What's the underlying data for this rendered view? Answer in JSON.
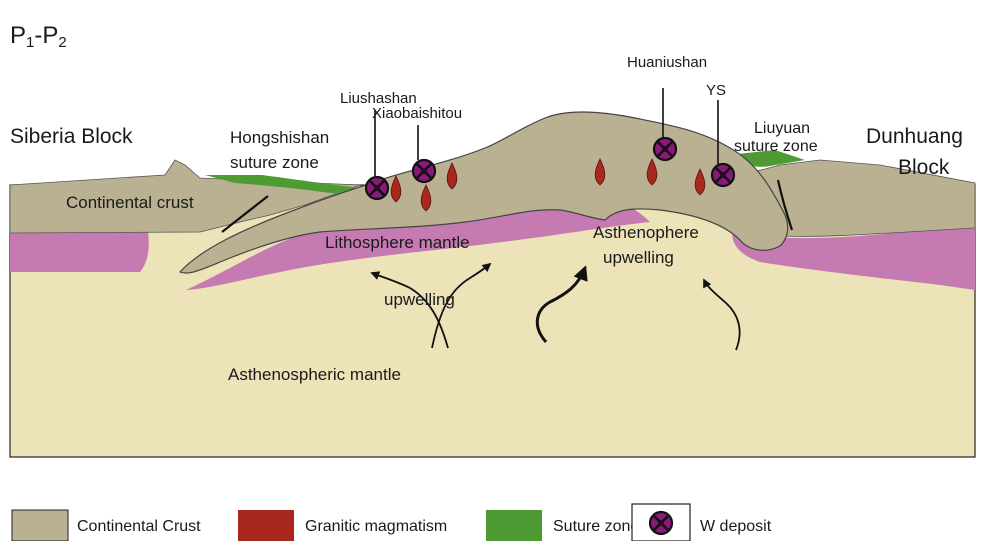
{
  "title": {
    "main": "P",
    "sub1": "1",
    "dash": "-P",
    "sub2": "2"
  },
  "labels": {
    "siberia_block": "Siberia Block",
    "dunhuang_block_line1": "Dunhuang",
    "dunhuang_block_line2": "Block",
    "hongshishan_line1": "Hongshishan",
    "hongshishan_line2": "suture zone",
    "liushashan": "Liushashan",
    "xiaobaishitou": "Xiaobaishitou",
    "huaniushan": "Huaniushan",
    "ys": "YS",
    "liuyuan_line1": "Liuyuan",
    "liuyuan_line2": "suture zone",
    "continental_crust": "Continental crust",
    "lithosphere_mantle": "Lithosphere mantle",
    "asthenophere_line1": "Asthenophere",
    "asthenophere_line2": "upwelling",
    "upwelling": "upwelling",
    "asthenospheric_mantle": "Asthenospheric mantle"
  },
  "legend": [
    {
      "label": "Continental Crust",
      "color": "#bab192"
    },
    {
      "label": "Granitic magmatism",
      "color": "#a8281f"
    },
    {
      "label": "Suture zone",
      "color": "#4e9a33"
    },
    {
      "label": "W deposit",
      "color": "#8a1a7a"
    }
  ],
  "colors": {
    "asthenosphere": "#ede3b8",
    "crust": "#bab192",
    "lithosphere_mantle": "#c57bb2",
    "granite": "#a8281f",
    "suture": "#4e9a33",
    "deposit_fill": "#8a1a7a",
    "deposit_center": "#2a0a26"
  }
}
